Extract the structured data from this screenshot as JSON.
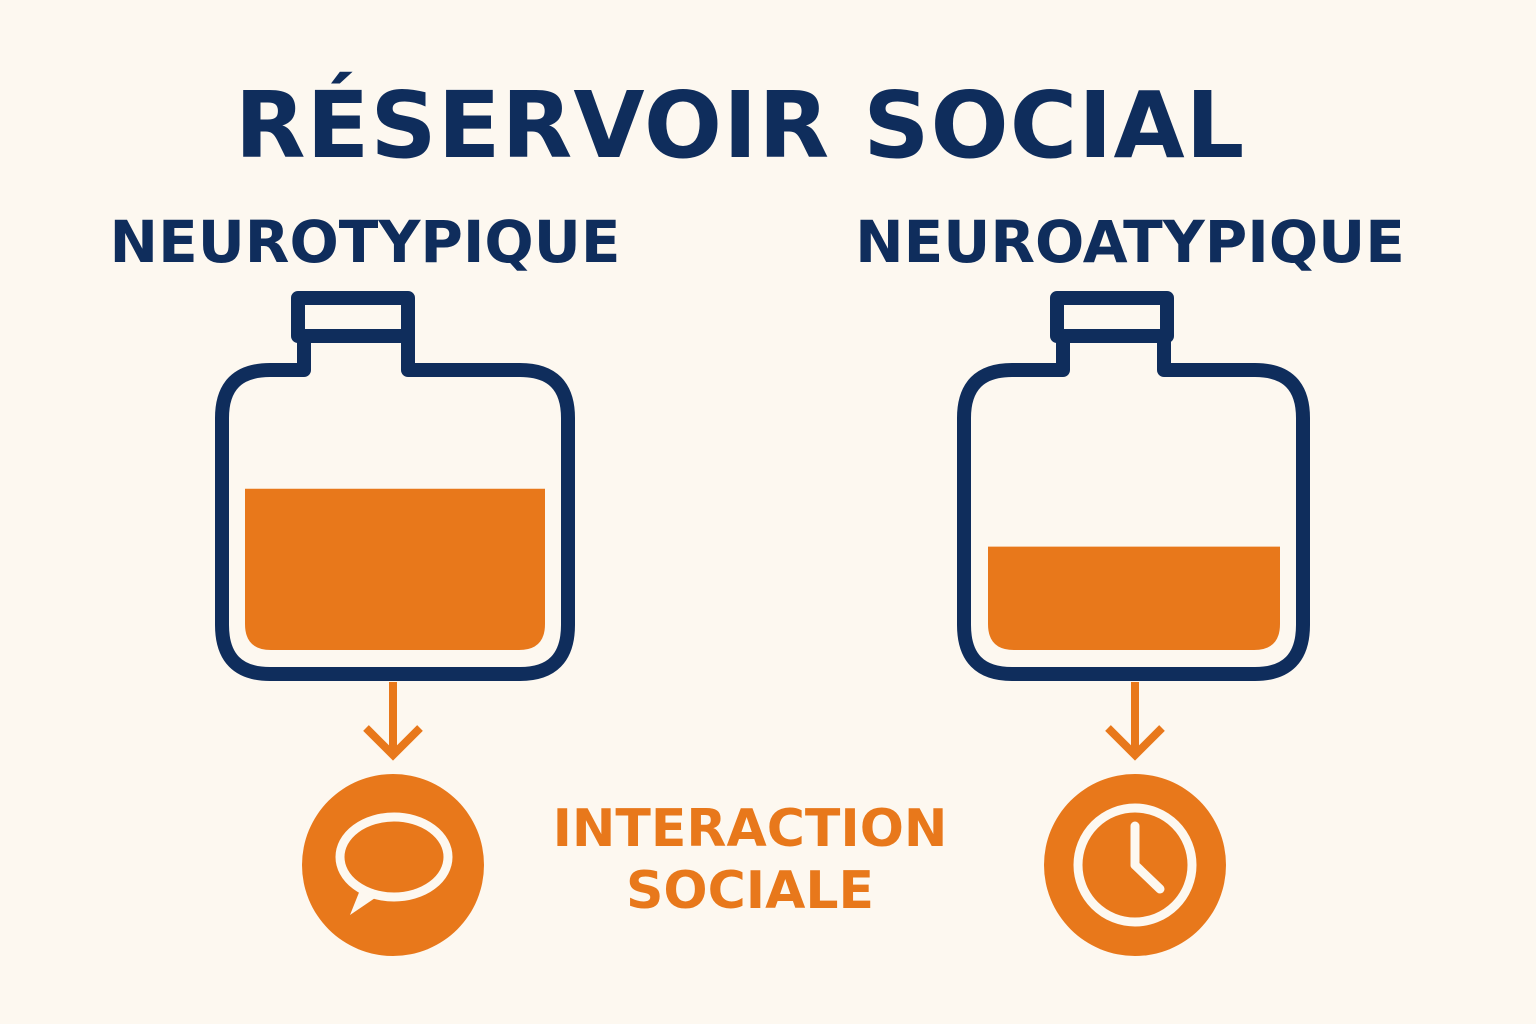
{
  "title": "RÉSERVOIR SOCIAL",
  "columns": [
    {
      "label": "NEUROTYPIQUE",
      "fill_level": 0.64,
      "icon": "speech-bubble-icon"
    },
    {
      "label": "NEUROATYPIQUE",
      "fill_level": 0.41,
      "icon": "clock-icon"
    }
  ],
  "caption": {
    "line1": "INTERACTION",
    "line2": "SOCIALE"
  },
  "colors": {
    "navy": "#0f2d5c",
    "orange": "#e8781b",
    "background": "#fdf8f0"
  }
}
